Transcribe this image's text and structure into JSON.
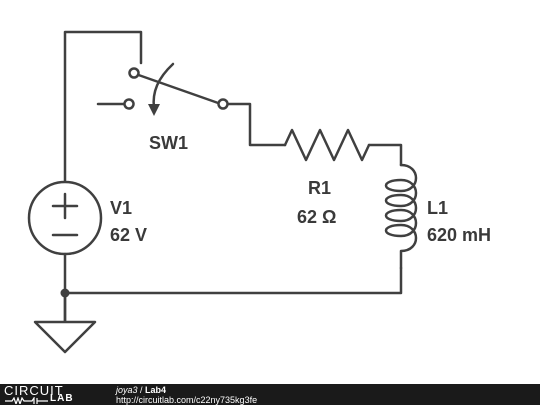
{
  "diagram": {
    "source": {
      "name": "V1",
      "value": "62 V"
    },
    "switch": {
      "name": "SW1"
    },
    "resistor": {
      "name": "R1",
      "value": "62 Ω"
    },
    "inductor": {
      "name": "L1",
      "value": "620 mH"
    }
  },
  "footer": {
    "logo_top": "CIRCUIT",
    "logo_bottom": "LAB",
    "author": "joya3",
    "separator": " / ",
    "title": "Lab4",
    "url": "http://circuitlab.com/c22ny735kg3fe"
  }
}
